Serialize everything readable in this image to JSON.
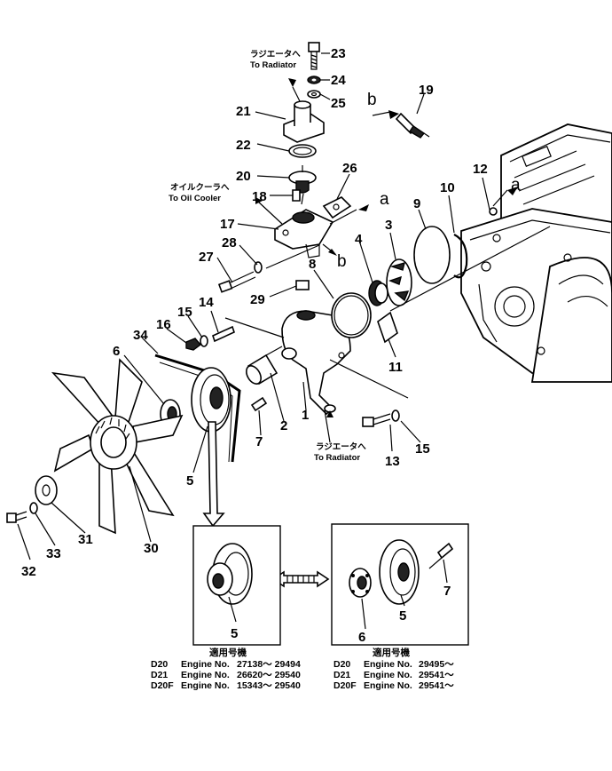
{
  "callouts": [
    {
      "id": "c23",
      "text": "23"
    },
    {
      "id": "c24",
      "text": "24"
    },
    {
      "id": "c25",
      "text": "25"
    },
    {
      "id": "c19",
      "text": "19"
    },
    {
      "id": "c21",
      "text": "21"
    },
    {
      "id": "c22",
      "text": "22"
    },
    {
      "id": "c20",
      "text": "20"
    },
    {
      "id": "c26",
      "text": "26"
    },
    {
      "id": "c18",
      "text": "18"
    },
    {
      "id": "c17",
      "text": "17"
    },
    {
      "id": "c28",
      "text": "28"
    },
    {
      "id": "c27",
      "text": "27"
    },
    {
      "id": "c29",
      "text": "29"
    },
    {
      "id": "c14",
      "text": "14"
    },
    {
      "id": "c15a",
      "text": "15"
    },
    {
      "id": "c16",
      "text": "16"
    },
    {
      "id": "c34",
      "text": "34"
    },
    {
      "id": "c6",
      "text": "6"
    },
    {
      "id": "c8",
      "text": "8"
    },
    {
      "id": "c4",
      "text": "4"
    },
    {
      "id": "c3",
      "text": "3"
    },
    {
      "id": "c9",
      "text": "9"
    },
    {
      "id": "c10",
      "text": "10"
    },
    {
      "id": "c12",
      "text": "12"
    },
    {
      "id": "c11",
      "text": "11"
    },
    {
      "id": "c2",
      "text": "2"
    },
    {
      "id": "c1",
      "text": "1"
    },
    {
      "id": "c7",
      "text": "7"
    },
    {
      "id": "c5",
      "text": "5"
    },
    {
      "id": "c13",
      "text": "13"
    },
    {
      "id": "c15b",
      "text": "15"
    },
    {
      "id": "c32",
      "text": "32"
    },
    {
      "id": "c33",
      "text": "33"
    },
    {
      "id": "c31",
      "text": "31"
    },
    {
      "id": "c30",
      "text": "30"
    },
    {
      "id": "cb1",
      "text": "b"
    },
    {
      "id": "cb2",
      "text": "b"
    },
    {
      "id": "ca1",
      "text": "a"
    },
    {
      "id": "ca2",
      "text": "a"
    },
    {
      "id": "cbox1_5",
      "text": "5"
    },
    {
      "id": "cbox2_5",
      "text": "5"
    },
    {
      "id": "cbox2_6",
      "text": "6"
    },
    {
      "id": "cbox2_7",
      "text": "7"
    }
  ],
  "notes": {
    "radiator_top_jp": "ラジエータへ",
    "radiator_top_en": "To Radiator",
    "oil_cooler_jp": "オイルクーラへ",
    "oil_cooler_en": "To Oil Cooler",
    "radiator_bottom_jp": "ラジエータへ",
    "radiator_bottom_en": "To Radiator"
  },
  "tables": [
    {
      "heading": "適用号機",
      "rows": [
        {
          "model": "D20",
          "label": "Engine No.",
          "range": "27138～ 29494"
        },
        {
          "model": "D21",
          "label": "Engine No.",
          "range": "26620～ 29540"
        },
        {
          "model": "D20F",
          "label": "Engine No.",
          "range": "15343～ 29540"
        }
      ]
    },
    {
      "heading": "適用号機",
      "rows": [
        {
          "model": "D20",
          "label": "Engine No.",
          "range": "29495～"
        },
        {
          "model": "D21",
          "label": "Engine No.",
          "range": "29541～"
        },
        {
          "model": "D20F",
          "label": "Engine No.",
          "range": "29541～"
        }
      ]
    }
  ]
}
